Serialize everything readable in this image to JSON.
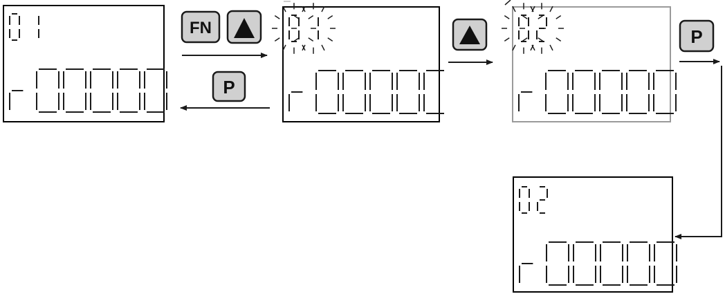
{
  "displays": [
    {
      "id": "display-1",
      "line1": "01",
      "line2": "r00000",
      "blink_line1": false,
      "border": "#000000"
    },
    {
      "id": "display-2",
      "line1": "01",
      "line2": "r0000(",
      "blink_line1": true,
      "border": "#000000"
    },
    {
      "id": "display-3",
      "line1": "02",
      "line2": "r00000",
      "blink_line1": true,
      "border": "#9a9a9a"
    },
    {
      "id": "display-4",
      "line1": "02",
      "line2": "r00000",
      "blink_line1": false,
      "border": "#000000"
    }
  ],
  "keys": {
    "fn": "FN",
    "up": "up-arrow-icon",
    "p": "P"
  },
  "colors": {
    "segment": "#1a1a1a",
    "key_fill": "#d0d0d0",
    "key_border": "#1a1a1a"
  }
}
